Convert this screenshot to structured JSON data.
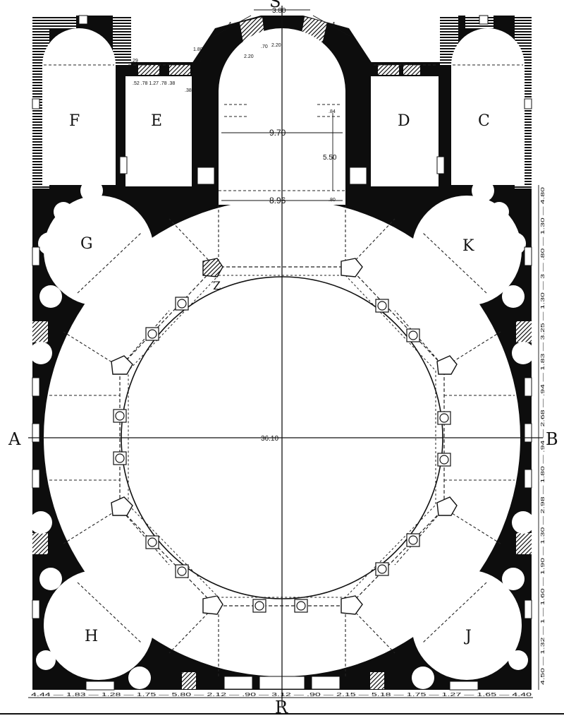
{
  "rooms": {
    "F": "F",
    "E": "E",
    "D": "D",
    "C": "C",
    "G": "G",
    "K": "K",
    "H": "H",
    "J": "J",
    "Z": "Z"
  },
  "axes": {
    "left": "A",
    "right": "B",
    "top": "S",
    "bottom": "R"
  },
  "dims": {
    "top_width": "3.80",
    "top_left_slope": "4",
    "top_right_slope": "4",
    "apse_inner_1": "2.20",
    "apse_inner_2": ".70",
    "apse_inner_3": "2.20",
    "small_1": "1.80",
    "small_2": ".78",
    "small_3": ".29",
    "chain_top_left": ".52 .78 1.27 .78 .38",
    "small_4": ".38",
    "width_upper": "9.70",
    "width_lower": "8.96",
    "side_550": "5.50",
    "side_84": ".84",
    "side_80": ".80",
    "main_span": "36.10",
    "bottom_chain": "4.44 — 1.83 — 1.28 — 1.75 — 5.80 — 2.12 — .90 — 3.12 — .90 — 2.15 — 5.18 — 1.75 — 1.27 — 1.65 — 4.40",
    "right_chain": "4.50 — 1.32 — 1 — 1.60 — 1.90 — 1.30 — 2.98 — 1.80 — .94 — 2.68 — .94 — 1.83 — 3.25 — 1.30 — 3 — .80 — 1.30 — 4.80"
  }
}
